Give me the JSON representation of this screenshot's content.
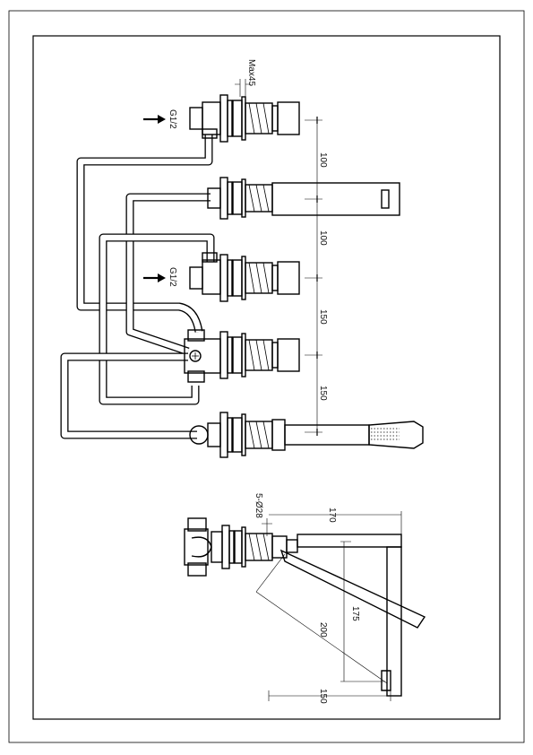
{
  "drawing": {
    "dimensions": {
      "max_wall": "Max45",
      "thread_top": "G1/2",
      "thread_mid": "G1/2",
      "spacing_1": "100",
      "spacing_2": "100",
      "spacing_3": "150",
      "spacing_4": "150",
      "holes": "5-Ø28",
      "spout_length": "170",
      "spout_height": "175",
      "spout_diagonal": "200",
      "base_offset": "150"
    }
  }
}
